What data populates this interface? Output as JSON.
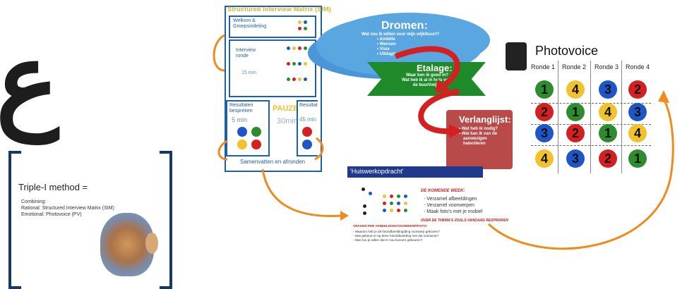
{
  "left_glyph": "ع",
  "triple_i": {
    "title": "Triple-I method =",
    "lines": [
      "Combining:",
      "Rational: Structured Interview Matrix (SIM)",
      "Emotional: Photovoice (PV)"
    ]
  },
  "sim": {
    "title": "Structured Interview Matrix (SIM)",
    "box1_label": "Welkom & Groepsindeling",
    "box2_label": "Interview ronde",
    "box2_time": "15 min",
    "box3_label": "Resultaten bespreken",
    "box3_time": "5 min",
    "pauze_label": "PAUZE",
    "pauze_time": "30min",
    "box4_label": "Resultaten",
    "box4_time": "45 min",
    "footer_label": "Samenvatten en afronden"
  },
  "dromen": {
    "title": "Dromen:",
    "question": "Wat zou ik willen voor mijn wijk/buurt?",
    "items": [
      "Ambitie",
      "Wensen",
      "Visie",
      "Uitdaging"
    ]
  },
  "etalage": {
    "title": "Etalage:",
    "lines": [
      "Waar ben ik goed in?",
      "Wat heb ik al in huis voor",
      "de buurt/wijk?"
    ]
  },
  "verlanglijst": {
    "title": "Verlanglijst:",
    "lines": [
      "Wat heb ik nodig?",
      "Wat kan ik van de",
      "aanwezigen",
      "halen/leren"
    ]
  },
  "photovoice": {
    "title": "Photovoice",
    "rounds": [
      "Ronde 1",
      "Ronde 2",
      "Ronde 3",
      "Ronde 4"
    ],
    "grid": [
      [
        {
          "n": "1",
          "c": "#2e8b2e"
        },
        {
          "n": "4",
          "c": "#f2c12e"
        },
        {
          "n": "3",
          "c": "#1e56c8"
        },
        {
          "n": "2",
          "c": "#d42020"
        }
      ],
      [
        {
          "n": "2",
          "c": "#d42020"
        },
        {
          "n": "1",
          "c": "#2e8b2e"
        },
        {
          "n": "4",
          "c": "#f2c12e"
        },
        {
          "n": "3",
          "c": "#1e56c8"
        }
      ],
      [
        {
          "n": "3",
          "c": "#1e56c8"
        },
        {
          "n": "2",
          "c": "#d42020"
        },
        {
          "n": "1",
          "c": "#2e8b2e"
        },
        {
          "n": "4",
          "c": "#f2c12e"
        }
      ],
      [
        {
          "n": "4",
          "c": "#f2c12e"
        },
        {
          "n": "3",
          "c": "#1e56c8"
        },
        {
          "n": "2",
          "c": "#d42020"
        },
        {
          "n": "1",
          "c": "#2e8b2e"
        }
      ]
    ]
  },
  "huiswerk": {
    "title": "'Huiswerkopdracht'",
    "week_heading": "DE KOMENDE WEEK:",
    "tasks": [
      "- Verzamel afbeeldingen",
      "- Verzamel voorwerpen",
      "- Maak foto's met je mobiel"
    ],
    "subheading": "OVER DE THEMA'S ZOALS VANDAAG BESPROKEN",
    "questions_heading": "VRAGEN PER AFBEELDING/VOORWERP/FOTO:",
    "questions": [
      "- Waarom heb je dit foto/afbeelding/ding voorwerp gekozen?",
      "- Wat gebeurt er op deze foto/afbeelding met dat voorwerp?",
      "- Wat zou je willen dat er zou kunnen gebeuren?"
    ]
  },
  "colors": {
    "arrow_orange": "#f08a1c",
    "sim_blue": "#1f5fa8",
    "cloud_blue": "#5aa6e0",
    "banner_green": "#1f8a2a",
    "scroll_red": "#b84a4a",
    "bracket_navy": "#163a5f"
  }
}
